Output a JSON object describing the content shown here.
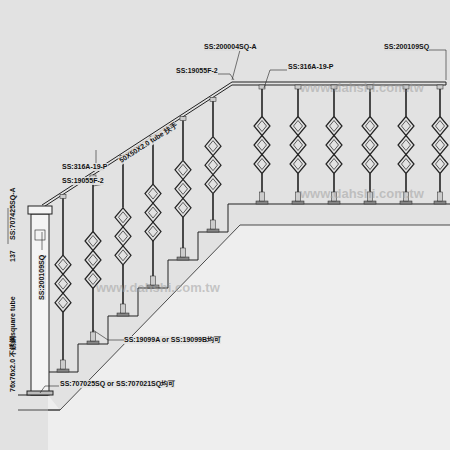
{
  "diagram": {
    "labels": [
      "SS:200004SQ-A",
      "SS:19055F-2",
      "SS:316A-19-P",
      "SS:200109SQ",
      "50X50X2.0 tube 扶手",
      "SS:316A-19-P",
      "SS:19055F-2",
      "SS:200109SQ",
      "SS:707425SQ-A",
      "137",
      "76x76x2.0 不銹鋼square tube",
      "SS:19099A or SS:19099B均可",
      "SS:707025SQ or SS:707021SQ均可",
      "www.dahshi.com.tw",
      "www.dahshi.com.tw",
      "www.dahshi.com.tw"
    ]
  }
}
